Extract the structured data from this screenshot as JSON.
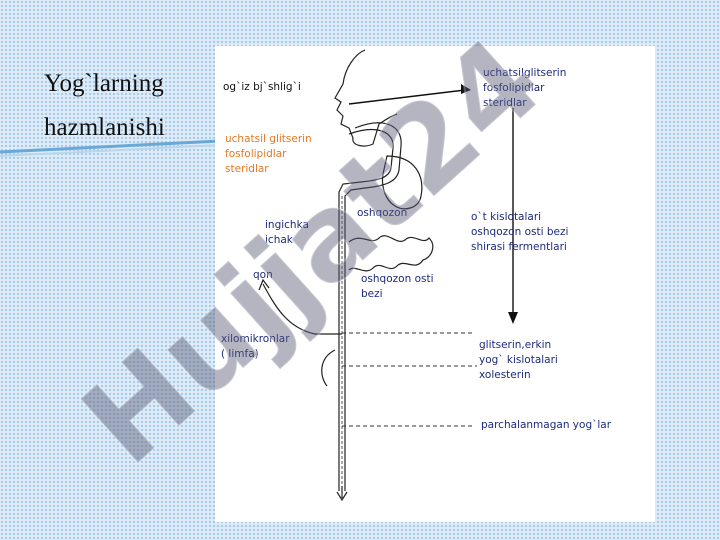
{
  "slide": {
    "title": "Yog`larning hazmlanishi"
  },
  "diagram": {
    "labels": {
      "mouth": "og`iz bj`shlig`i",
      "input_top_right": "uchatsilglitserin\nfosfolipidlar\nsteridlar",
      "input_left": "uchatsil glitserin\nfosfolipidlar\nsteridlar",
      "stomach": "oshqozon",
      "enzymes": "o`t kislotalari\noshqozon osti bezi\nshirasi fermentlari",
      "small_intestine": "ingichka\nichak",
      "pancreas": "oshqozon osti\nbezi",
      "blood": "qon",
      "chylomicrons": "xilomikronlar\n( limfa)",
      "products": "glitserin,erkin\nyog` kislotalari\nxolesterin",
      "undigested": "parchalanmagan yog`lar"
    }
  },
  "watermark": {
    "text": "Hujjat24"
  },
  "colors": {
    "label_blue": "#1e2a7a",
    "label_orange": "#e07a22",
    "watermark": "#5c5c78"
  }
}
